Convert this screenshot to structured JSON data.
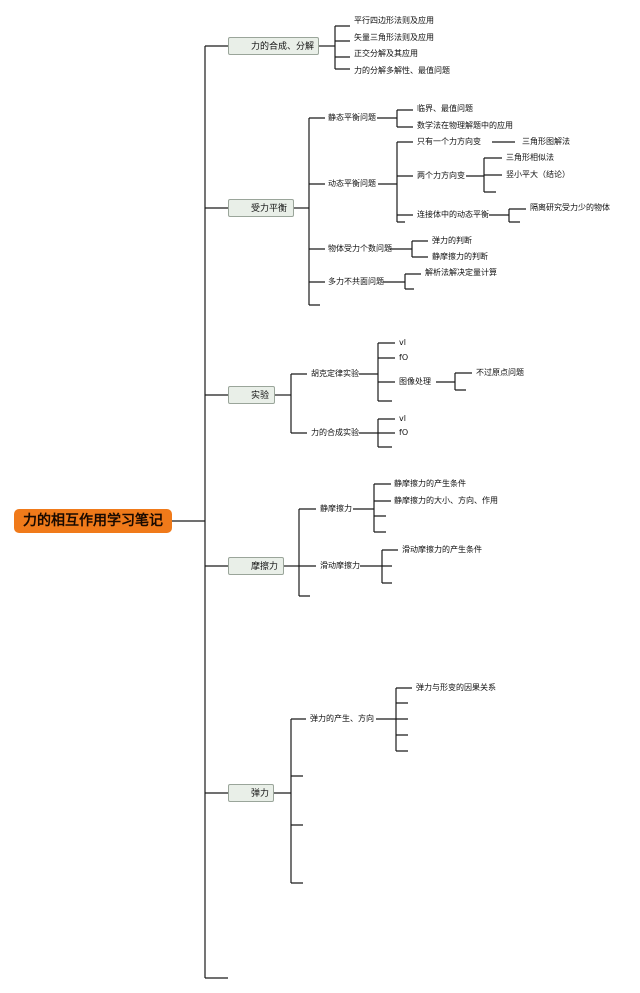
{
  "root": {
    "label": "力的相互作用学习笔记"
  },
  "topics": [
    {
      "label": "力的合成、分解",
      "icon": "tools-icon",
      "children": [
        "平行四边形法则及应用",
        "矢量三角形法则及应用",
        "正交分解及其应用",
        "力的分解多解性、最值问题"
      ]
    },
    {
      "label": "受力平衡",
      "icon": "star-icon",
      "static_balance": {
        "label": "静态平衡问题",
        "children": [
          "临界、最值问题",
          "数学法在物理解题中的应用"
        ]
      },
      "dynamic_balance": {
        "label": "动态平衡问题",
        "one_force": {
          "label": "只有一个力方向变",
          "child": "三角形图解法"
        },
        "two_forces": {
          "label": "两个力方向变",
          "children": [
            "三角形相似法",
            "竖小平大（结论）"
          ]
        },
        "connected": {
          "label": "连接体中的动态平衡",
          "child": "隔离研究受力少的物体"
        }
      },
      "force_count": {
        "label": "物体受力个数问题",
        "children": [
          "弹力的判断",
          "静摩擦力的判断"
        ]
      },
      "non_concurrent": {
        "label": "多力不共面问题",
        "child": "解析法解决定量计算"
      }
    },
    {
      "label": "实验",
      "icon": "flag-icon",
      "hooke": {
        "label": "胡克定律实验",
        "children": [
          "vl",
          "fO"
        ],
        "graph": {
          "label": "图像处理",
          "child": "不过原点问题"
        }
      },
      "composition": {
        "label": "力的合成实验",
        "children": [
          "vl",
          "fO"
        ]
      }
    },
    {
      "label": "摩擦力",
      "icon": "heart-icon",
      "static": {
        "label": "静摩擦力",
        "children": [
          "静摩擦力的产生条件",
          "静摩擦力的大小、方向、作用"
        ]
      },
      "sliding": {
        "label": "滑动摩擦力",
        "children": [
          "滑动摩擦力的产生条件"
        ]
      }
    },
    {
      "label": "弹力",
      "icon": "flag-icon",
      "generation": {
        "label": "弹力的产生、方向",
        "children": [
          "弹力与形变的因果关系"
        ]
      }
    }
  ],
  "colors": {
    "root": "#f07a1a",
    "topic_bg": "#e9efe8",
    "line": "#1a1a1a",
    "flag": "#e02020",
    "star": "#f5c400",
    "heart": "#e03030"
  }
}
